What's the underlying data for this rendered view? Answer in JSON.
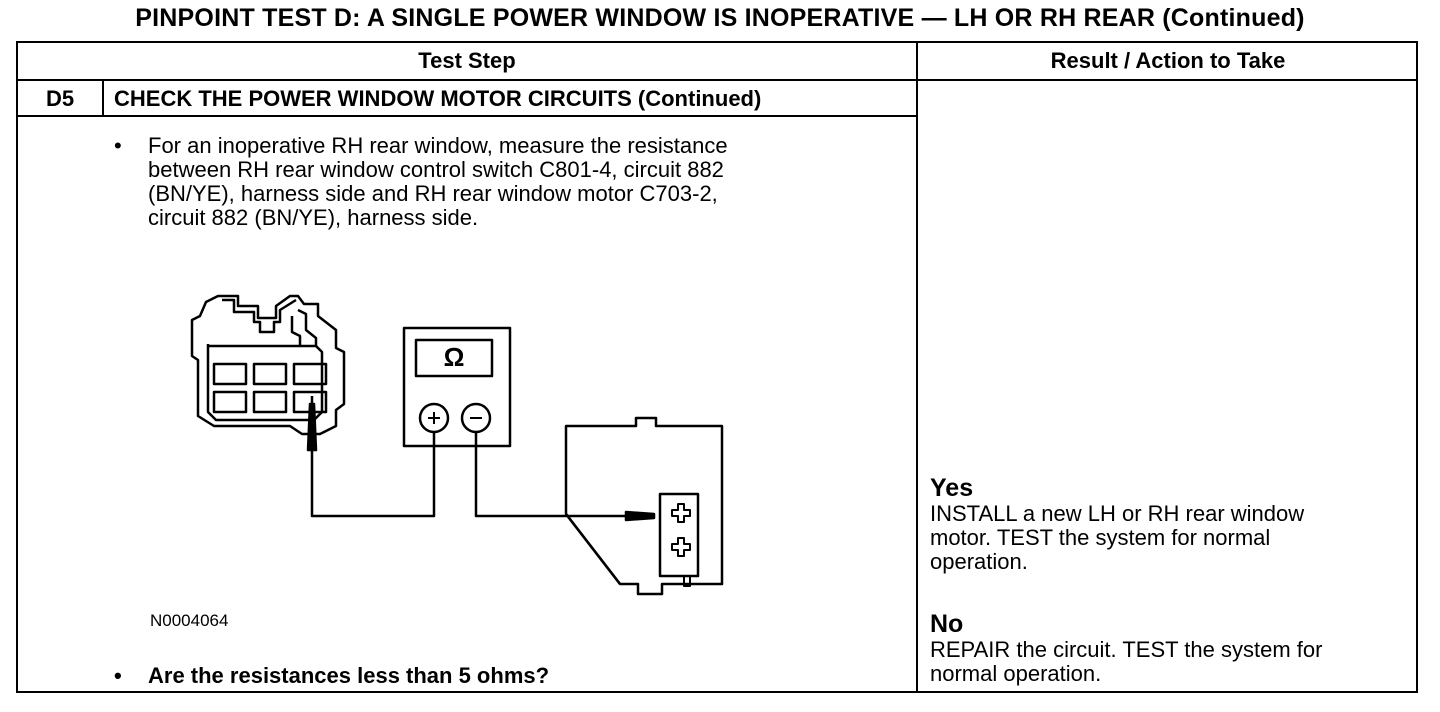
{
  "title": "PINPOINT TEST D: A SINGLE POWER WINDOW IS INOPERATIVE — LH OR RH REAR (Continued)",
  "table": {
    "col_test_step": "Test Step",
    "col_result": "Result / Action to Take"
  },
  "step": {
    "id": "D5",
    "title": "CHECK THE POWER WINDOW MOTOR CIRCUITS (Continued)",
    "bullet_symbol": "•",
    "instruction_lines": [
      "For an inoperative RH rear window, measure the resistance",
      "between RH rear window control switch C801-4, circuit 882",
      "(BN/YE), harness side and RH rear window motor C703-2,",
      "circuit 882  (BN/YE), harness side."
    ],
    "figure_id": "N0004064",
    "question": "Are the resistances less than 5 ohms?"
  },
  "diagram": {
    "meter_symbol": "Ω",
    "positive_symbol": "+",
    "negative_symbol": "−"
  },
  "results": {
    "yes": {
      "label": "Yes",
      "lines": [
        "INSTALL a new LH or RH rear window",
        "motor. TEST the system for normal",
        "operation."
      ]
    },
    "no": {
      "label": "No",
      "lines": [
        "REPAIR the circuit. TEST the system for",
        "normal operation."
      ]
    }
  }
}
